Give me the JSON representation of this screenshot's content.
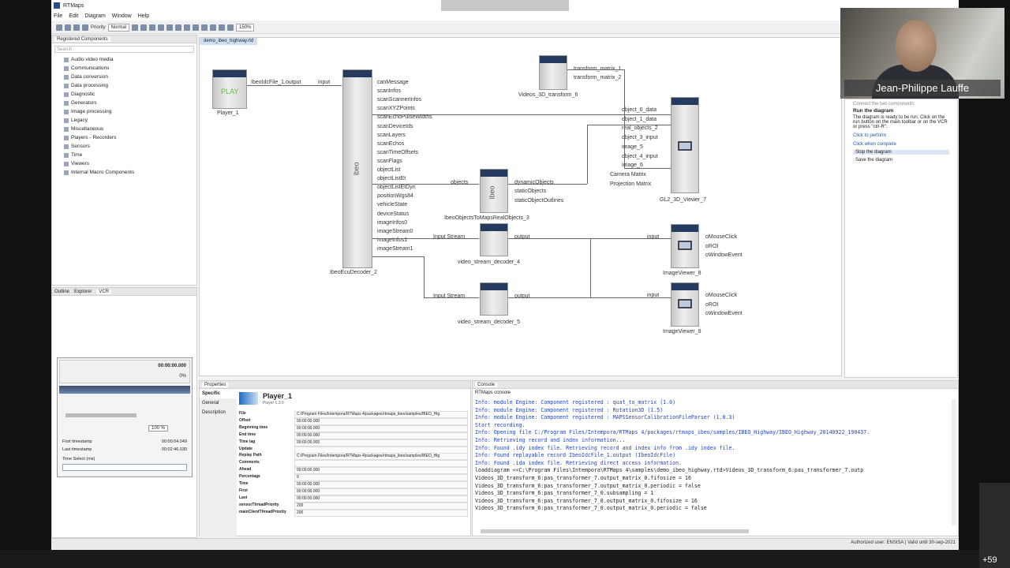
{
  "window": {
    "title": "RTMaps"
  },
  "menu": [
    "File",
    "Edit",
    "Diagram",
    "Window",
    "Help"
  ],
  "toolbar": {
    "priority_label": "Priority",
    "priority_value": "Normal",
    "zoom": "150%"
  },
  "components_panel": {
    "tab": "Registered Components",
    "search_placeholder": "Search",
    "items": [
      "Audio video media",
      "Communications",
      "Data conversion",
      "Data processing",
      "Diagnostic",
      "Generators",
      "Image processing",
      "Legacy",
      "Miscellaneous",
      "Players - Recorders",
      "Sensors",
      "Time",
      "Viewers",
      "Internal Macro Components"
    ]
  },
  "bottom_left_tabs": [
    "Outline",
    "Explorer",
    "VCR"
  ],
  "vcr": {
    "time_main": "00:00:00.000",
    "pct": "0%",
    "speed": "100 %",
    "first_ts_label": "First timestamp",
    "last_ts_label": "Last timestamp",
    "first_ts": "00:00:04.049",
    "last_ts": "00:02:46.030",
    "time_select_label": "Time Select (ms)"
  },
  "canvas": {
    "tab": "demo_ibeo_highway.rtd",
    "components": {
      "player": {
        "name": "Player_1",
        "play": "PLAY",
        "out": "IbeoIdcFile_1.output"
      },
      "decoder": {
        "name": "IbeoEcuDecoder_2",
        "in": "input",
        "logo": "ibeo",
        "outputs": [
          "canMessage",
          "scanInfos",
          "scanScannerInfos",
          "scanXYZPoints",
          "scanEchoPulseWidths",
          "scanDeviceIds",
          "scanLayers",
          "scanEchos",
          "scanTimeOffsets",
          "scanFlags",
          "objectList",
          "objectListEt",
          "objectListEtDyn",
          "positionWgs84",
          "vehicleState",
          "deviceStatus",
          "imageInfos0",
          "imageStream0",
          "imageInfos1",
          "imageStream1"
        ]
      },
      "transform": {
        "name": "Videos_3D_transform_6",
        "outputs": [
          "transform_matrix_1",
          "transform_matrix_2"
        ]
      },
      "objects": {
        "name": "IbeoObjectsToMapsRealObjects_3",
        "in": "objects",
        "logo": "ibeo",
        "outputs": [
          "dynamicObjects",
          "staticObjects",
          "staticObjectOutlines"
        ]
      },
      "viewer3d": {
        "name": "GL2_3D_Viewer_7",
        "inputs": [
          "object_0_data",
          "object_1_data",
          "real_objects_2",
          "object_3_input",
          "image_5",
          "object_4_input",
          "image_6",
          "Camera Matrix",
          "Projection Matrix"
        ]
      },
      "dec4": {
        "name": "video_stream_decoder_4",
        "in": "Input Stream",
        "out": "output"
      },
      "dec5": {
        "name": "video_stream_decoder_5",
        "in": "Input Stream",
        "out": "output"
      },
      "iv8": {
        "name": "ImageViewer_8",
        "in": "input",
        "outputs": [
          "oMouseClick",
          "oROI",
          "oWindowEvent"
        ]
      },
      "iv9": {
        "name": "ImageViewer_9",
        "in": "input",
        "outputs": [
          "oMouseClick",
          "oROI",
          "oWindowEvent"
        ]
      }
    }
  },
  "help": {
    "prev": "Connect the two components",
    "heading": "Run the diagram",
    "text": "The diagram is ready to be run. Click on the run button on the main toolbar or on the VCR or press \"ctrl-R\".",
    "link1": "Click to perform",
    "link2": "Click when complete",
    "item1": "Stop the diagram",
    "item2": "Save the diagram"
  },
  "properties": {
    "tab": "Properties",
    "component": "Player_1",
    "sub": "Player 1.3.0",
    "sections": [
      "Specific",
      "General",
      "Description"
    ],
    "rows": [
      {
        "k": "File",
        "v": "C:/Program Files/Intempora/RTMaps 4/packages/rtmaps_ibeo/samples/IBEO_Hig"
      },
      {
        "k": "Offset",
        "v": "00:00:00.000"
      },
      {
        "k": "Beginning time",
        "v": "00:00:00.000"
      },
      {
        "k": "End time",
        "v": "00:00:00.000"
      },
      {
        "k": "Time lag",
        "v": "00:00:00.000"
      },
      {
        "k": "Update",
        "v": ""
      },
      {
        "k": "Replay Path",
        "v": "C:/Program Files/Intempora/RTMaps 4/packages/rtmaps_ibeo/samples/IBEO_Hig"
      },
      {
        "k": "Comments",
        "v": ""
      },
      {
        "k": "Ahead",
        "v": "00:00:00.000"
      },
      {
        "k": "Percentage",
        "v": "0"
      },
      {
        "k": "Time",
        "v": "00:00:00.000"
      },
      {
        "k": "First",
        "v": "00:00:00.000"
      },
      {
        "k": "Last",
        "v": "00:00:00.000"
      },
      {
        "k": "sensorThreadPriority",
        "v": "200"
      },
      {
        "k": "mainClientThreadPriority",
        "v": "200"
      }
    ]
  },
  "console": {
    "tab": "Console",
    "sub": "RTMaps console",
    "lines": [
      {
        "t": "info",
        "s": "Info: module Engine: Component registered : quat_to_matrix (1.0)"
      },
      {
        "t": "info",
        "s": "Info: module Engine: Component registered : Rotation3D (1.5)"
      },
      {
        "t": "info",
        "s": "Info: module Engine: Component registered : MAPSSensorCalibrationFileParser (1.0.3)"
      },
      {
        "t": "info",
        "s": "Start recording."
      },
      {
        "t": "info",
        "s": "Info: Opening file C:/Program Files/Intempora/RTMaps 4/packages/rtmaps_ibeo/samples/IBEO_Highway/IBEO_Highway_20140922_190437."
      },
      {
        "t": "info",
        "s": "Info: Retrieving record and index information..."
      },
      {
        "t": "info",
        "s": "Info: Found .idy index file. Retrieving record and index info from .idy index file."
      },
      {
        "t": "info",
        "s": "Info: Found replayable record IbeoIdcFile_1.output (IbeoIdcFile)"
      },
      {
        "t": "info",
        "s": "Info: Found .ida index file. Retrieving direct access information."
      },
      {
        "t": "out",
        "s": "loaddiagram <<C:\\Program Files\\Intempora\\RTMaps 4\\samples\\demo_ibeo_highway.rtd>Videos_3D_transform_6:pas_transformer_7.outp"
      },
      {
        "t": "out",
        "s": "Videos_3D_transform_6:pas_transformer_7.output_matrix_0.fifosize = 16"
      },
      {
        "t": "out",
        "s": "Videos_3D_transform_6:pas_transformer_7.output_matrix_0.periodic = false"
      },
      {
        "t": "out",
        "s": "Videos_3D_transform_6:pas_transformer_7_0.subsampling = 1"
      },
      {
        "t": "out",
        "s": "Videos_3D_transform_6:pas_transformer_7_0.output_matrix_0.fifosize = 16"
      },
      {
        "t": "out",
        "s": "Videos_3D_transform_6:pas_transformer_7_0.output_matrix_0.periodic = false"
      }
    ]
  },
  "status": "Authorized user: ENSISA | Valid until 30-sep-2021",
  "webcam": {
    "name": "Jean-Philippe Lauffe"
  },
  "participants": "+59"
}
